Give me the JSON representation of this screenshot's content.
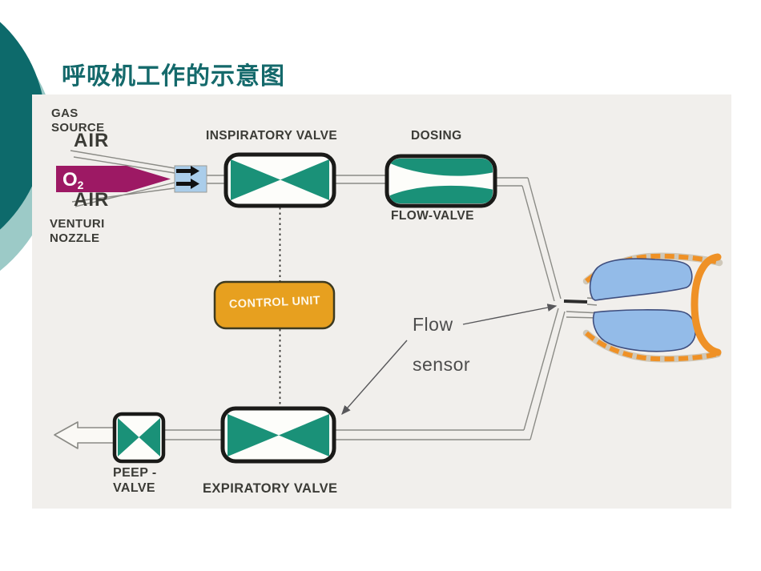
{
  "slide": {
    "title": "呼吸机工作的示意图"
  },
  "diagram": {
    "gas_source": {
      "line1": "GAS",
      "line2": "SOURCE"
    },
    "air_top": "AIR",
    "air_bottom": "AIR",
    "o2": {
      "symbol": "O",
      "subscript": "2"
    },
    "venturi": {
      "line1": "VENTURI",
      "line2": "NOZZLE"
    },
    "inspiratory_valve": "INSPIRATORY VALVE",
    "dosing": "DOSING",
    "flow_valve": "FLOW-VALVE",
    "control_unit": "CONTROL UNIT",
    "flow_sensor": {
      "line1": "Flow",
      "line2": "sensor"
    },
    "peep_valve": {
      "line1": "PEEP -",
      "line2": "VALVE"
    },
    "expiratory_valve": "EXPIRATORY VALVE"
  },
  "colors": {
    "title_teal": "#14696b",
    "circle_dark_teal": "#0d6a6b",
    "circle_light_teal": "#9ccac7",
    "valve_green": "#1a9178",
    "control_orange": "#e7a01f",
    "o2_magenta": "#9d1964",
    "nozzle_blue": "#aacdea",
    "lung_blue": "#93bbe8",
    "rib_orange": "#ef9126",
    "photo_bg": "#f1efec",
    "label_dark": "#3b3b36",
    "annotation_gray": "#4c4c4c",
    "pipe_gray": "#8b8b86"
  }
}
